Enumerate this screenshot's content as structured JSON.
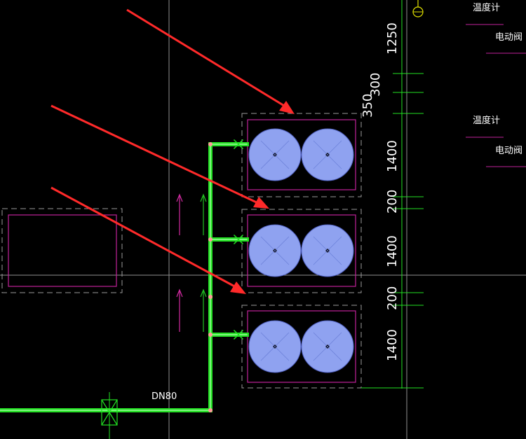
{
  "dimensions": {
    "d1250": "1250",
    "d300": "300",
    "d350": "350",
    "d1400a": "1400",
    "d200a": "200",
    "d1400b": "1400",
    "d200b": "200",
    "d1400c": "1400"
  },
  "labels": {
    "thermometer_1": "温度计",
    "valve_1": "电动阀",
    "thermometer_2": "温度计",
    "valve_2": "电动阀",
    "pipe_size": "DN80"
  },
  "colors": {
    "background": "#000000",
    "pipe": "#22e022",
    "unit_outline": "#c0229a",
    "fan": "#8fa2f0",
    "arrow": "#ff2a2a",
    "dim_line": "#22e022",
    "guide": "#9a9a9a"
  }
}
